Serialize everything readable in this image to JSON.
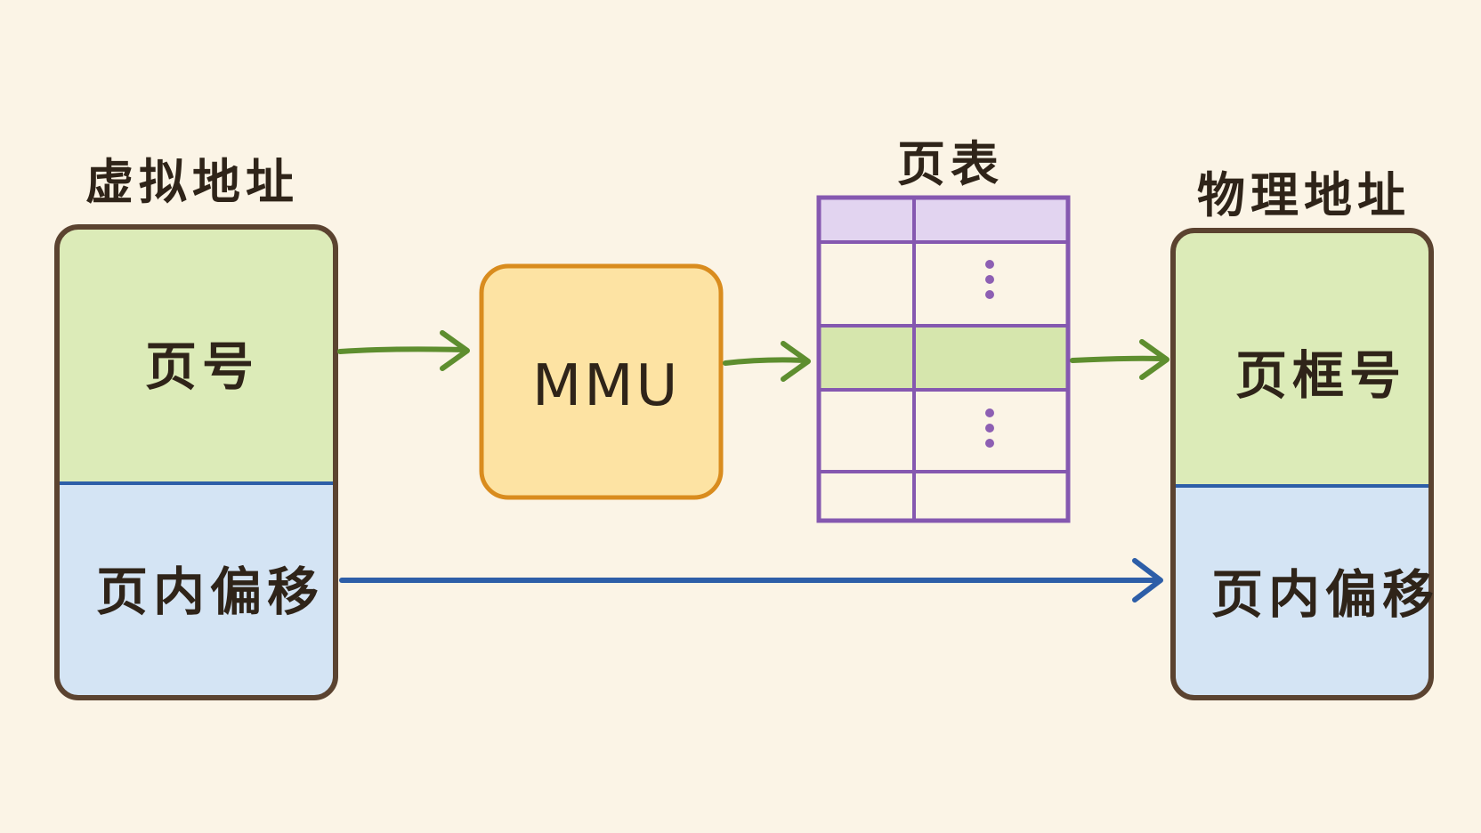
{
  "virtual_address": {
    "title": "虚拟地址",
    "page_number": "页号",
    "page_offset": "页内偏移"
  },
  "mmu": {
    "label": "MMU"
  },
  "page_table": {
    "title": "页表"
  },
  "physical_address": {
    "title": "物理地址",
    "page_frame_number": "页框号",
    "page_offset": "页内偏移"
  },
  "colors": {
    "background": "#fbf4e6",
    "outline": "#5b4330",
    "green_fill": "#dcebb8",
    "blue_fill": "#d4e4f4",
    "green_arrow": "#5e8e2f",
    "blue_arrow": "#2d5ea8",
    "mmu_fill": "#fde3a3",
    "mmu_stroke": "#d98c1e",
    "table_stroke": "#8558b0",
    "table_header": "#e2d4f0",
    "table_highlight": "#d6e6ad"
  }
}
